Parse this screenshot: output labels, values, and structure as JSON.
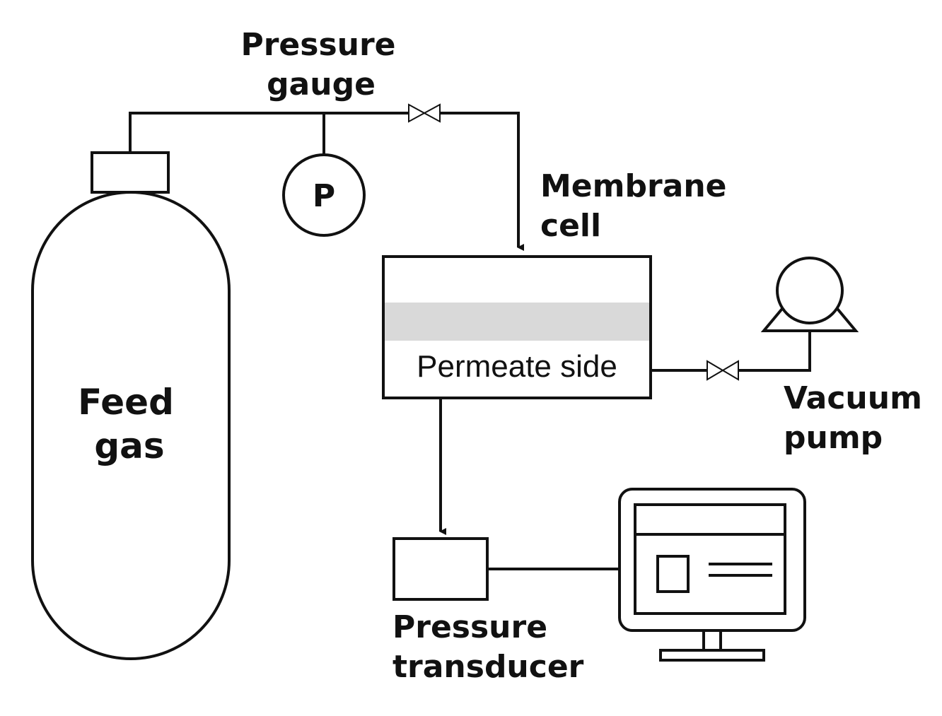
{
  "labels": {
    "pressure_gauge_line1": "Pressure",
    "pressure_gauge_line2": "gauge",
    "gauge_symbol": "P",
    "membrane_cell_line1": "Membrane",
    "membrane_cell_line2": "cell",
    "permeate_side": "Permeate side",
    "vacuum_pump_line1": "Vacuum",
    "vacuum_pump_line2": "pump",
    "feed_gas_line1": "Feed",
    "feed_gas_line2": "gas",
    "pressure_transducer_line1": "Pressure",
    "pressure_transducer_line2": "transducer"
  },
  "colors": {
    "line": "#111111",
    "membrane": "#d9d9d9",
    "background": "#ffffff"
  },
  "icons": [
    "gas-cylinder-icon",
    "pressure-gauge-icon",
    "valve-icon",
    "membrane-cell-icon",
    "vacuum-pump-icon",
    "pressure-transducer-icon",
    "computer-monitor-icon"
  ]
}
